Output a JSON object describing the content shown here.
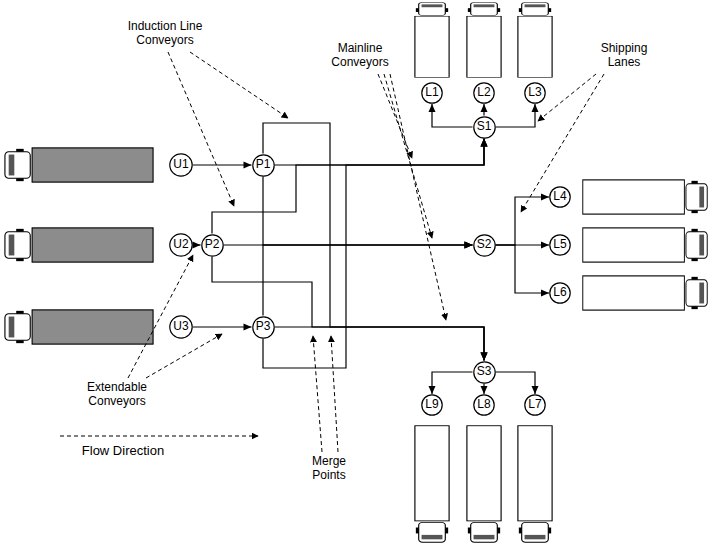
{
  "diagram": {
    "nodes": [
      {
        "text": [
          "U1"
        ]
      },
      {
        "text": [
          "U2"
        ]
      },
      {
        "text": [
          "U3"
        ]
      },
      {
        "text": [
          "P1"
        ]
      },
      {
        "text": [
          "P2"
        ]
      },
      {
        "text": [
          "P3"
        ]
      },
      {
        "text": [
          "S1"
        ]
      },
      {
        "text": [
          "S2"
        ]
      },
      {
        "text": [
          "S3"
        ]
      },
      {
        "text": [
          "L1"
        ]
      },
      {
        "text": [
          "L2"
        ]
      },
      {
        "text": [
          "L3"
        ]
      },
      {
        "text": [
          "L4"
        ]
      },
      {
        "text": [
          "L5"
        ]
      },
      {
        "text": [
          "L6"
        ]
      },
      {
        "text": [
          "L7"
        ]
      },
      {
        "text": [
          "L8"
        ]
      },
      {
        "text": [
          "L9"
        ]
      }
    ],
    "edges": [
      {
        "from": 0,
        "to": 3,
        "arrow": "to"
      },
      {
        "from": 1,
        "to": 4,
        "arrow": "to"
      },
      {
        "from": 2,
        "to": 5,
        "arrow": "to"
      },
      {
        "from": 3,
        "to": 6,
        "arrow": "to"
      },
      {
        "from": 3,
        "to": 7,
        "arrow": "to"
      },
      {
        "from": 3,
        "to": 8,
        "arrow": "to"
      },
      {
        "from": 4,
        "to": 6,
        "arrow": "to"
      },
      {
        "from": 4,
        "to": 7,
        "arrow": "to"
      },
      {
        "from": 4,
        "to": 8,
        "arrow": "to"
      },
      {
        "from": 5,
        "to": 6,
        "arrow": "to"
      },
      {
        "from": 5,
        "to": 7,
        "arrow": "to"
      },
      {
        "from": 5,
        "to": 8,
        "arrow": "to"
      },
      {
        "from": 6,
        "to": 9,
        "arrow": "to"
      },
      {
        "from": 6,
        "to": 10,
        "arrow": "to"
      },
      {
        "from": 6,
        "to": 11,
        "arrow": "to"
      },
      {
        "from": 7,
        "to": 12,
        "arrow": "to"
      },
      {
        "from": 7,
        "to": 13,
        "arrow": "to"
      },
      {
        "from": 7,
        "to": 14,
        "arrow": "to"
      },
      {
        "from": 8,
        "to": 15,
        "arrow": "to"
      },
      {
        "from": 8,
        "to": 16,
        "arrow": "to"
      },
      {
        "from": 8,
        "to": 17,
        "arrow": "to"
      }
    ],
    "labels": [
      "Induction Line Conveyors",
      "Mainline Conveyors",
      "Shipping Lanes",
      "Extendable Conveyors",
      "Flow Direction",
      "Merge Points"
    ]
  }
}
